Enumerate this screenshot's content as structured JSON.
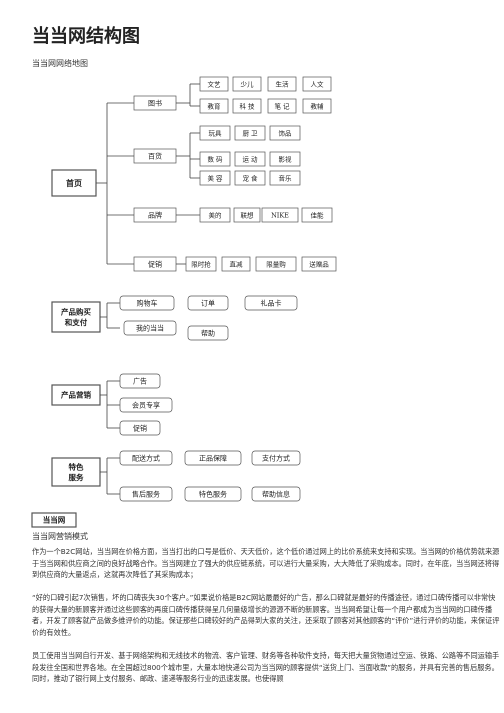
{
  "title": "当当网结构图",
  "subtitle": "当当网网络地图",
  "diagram": {
    "main_nodes": [
      "首页",
      "产品购买\n和支付",
      "产品营销",
      "特色\n服务",
      "当当网"
    ],
    "home": {
      "categories": [
        {
          "label": "图书",
          "items": [
            "文艺",
            "少儿",
            "生活",
            "人文",
            "教育",
            "科 技",
            "笔 记",
            "教辅"
          ]
        },
        {
          "label": "百货",
          "items": [
            "玩具",
            "厨 卫",
            "饰品",
            "数 码",
            "运 动",
            "影视",
            "美 容",
            "宠 食",
            "音乐"
          ]
        },
        {
          "label": "品牌",
          "items": [
            "美的",
            "联想",
            "NIKE",
            "佳能"
          ]
        },
        {
          "label": "促销",
          "items": [
            "限时抢",
            "直减",
            "限量购",
            "送赠品"
          ]
        }
      ]
    },
    "purchase": {
      "items": [
        "购物车",
        "订单",
        "礼品卡",
        "我的当当",
        "帮助"
      ]
    },
    "marketing": {
      "items": [
        "广告",
        "会员专享",
        "促销"
      ]
    },
    "special": {
      "items": [
        "配送方式",
        "正品保障",
        "支付方式",
        "售后服务",
        "特色服务",
        "帮助信息"
      ]
    }
  },
  "section2_heading": "当当网营销模式",
  "paragraphs": [
    "作为一个B2C网站，当当网在价格方面，当当打出的口号是低价、天天低价，这个低价通过网上的比价系统来支持和实现。当当网的价格优势就来源于当当网和供应商之间的良好战略合作。当当网建立了强大的供应链系统，可以进行大量采购，大大降低了采购成本。同时，在年底，当当网还将得到供应商的大量返点，这就再次降低了其采购成本；",
    "“好的口碑引起7次销售，坏的口碑丧失30个客户。”如果说价格是B2C网站最最好的广告，那么口碑就是最好的传播途径，通过口碑传播可以非常快的获得大量的新顾客并通过这些顾客的再度口碑传播获得呈几何量级增长的源源不断的新顾客。当当网希望让每一个用户都成为当当网的口碑传播者，开发了顾客就产品做多维评价的功能。保证那些口碑较好的产品得到大家的关注，还采取了顾客对其他顾客的“评价”进行评价的功能，来保证评价的有效性。",
    "员工使用当当网自行开发、基于网络架构和无线技术的物流、客户管理、财务等各种软件支持，每天把大量货物通过空运、铁路、公路等不同运输手段发往全国和世界各地。在全国超过800个城市里，大量本地快递公司为当当网的顾客提供“送货上门、当面收款”的服务，并具有完善的售后服务。同时，推动了银行网上支付服务、邮政、速递等服务行业的迅速发展。也使得顾"
  ],
  "colors": {
    "main_fill": "#ffffff",
    "box_border": "#555555",
    "line": "#444444",
    "node_bg": "#ffffff"
  }
}
